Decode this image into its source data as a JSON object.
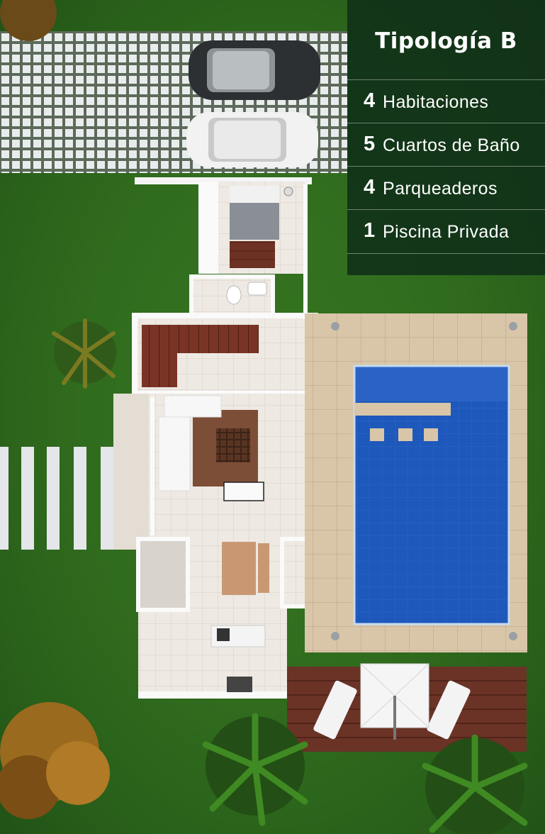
{
  "panel": {
    "title": "Tipología B",
    "features": [
      {
        "count": "4",
        "label": "Habitaciones"
      },
      {
        "count": "5",
        "label": "Cuartos de Baño"
      },
      {
        "count": "4",
        "label": "Parqueaderos"
      },
      {
        "count": "1",
        "label": "Piscina Privada"
      }
    ]
  },
  "colors": {
    "grass": "#2f6a1e",
    "panel_bg": "#0f2d19",
    "pool": "#1e56b8",
    "deck": "#d8c5a8",
    "floor": "#ece7e0",
    "wood": "#6b2e22"
  }
}
